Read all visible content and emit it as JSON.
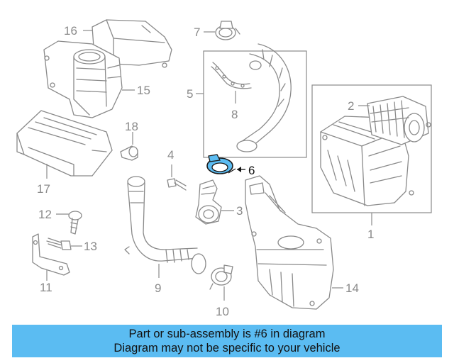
{
  "callouts": {
    "c1": "1",
    "c2": "2",
    "c3": "3",
    "c4": "4",
    "c5": "5",
    "c6": "6",
    "c7": "7",
    "c8": "8",
    "c9": "9",
    "c10": "10",
    "c11": "11",
    "c12": "12",
    "c13": "13",
    "c14": "14",
    "c15": "15",
    "c16": "16",
    "c17": "17",
    "c18": "18"
  },
  "highlight": {
    "part": "6",
    "color": "#5bbcf2"
  },
  "banner": {
    "line1": "Part or sub-assembly is #6 in diagram",
    "line2": "Diagram may not be specific to your vehicle",
    "color": "#5bbcf2"
  }
}
